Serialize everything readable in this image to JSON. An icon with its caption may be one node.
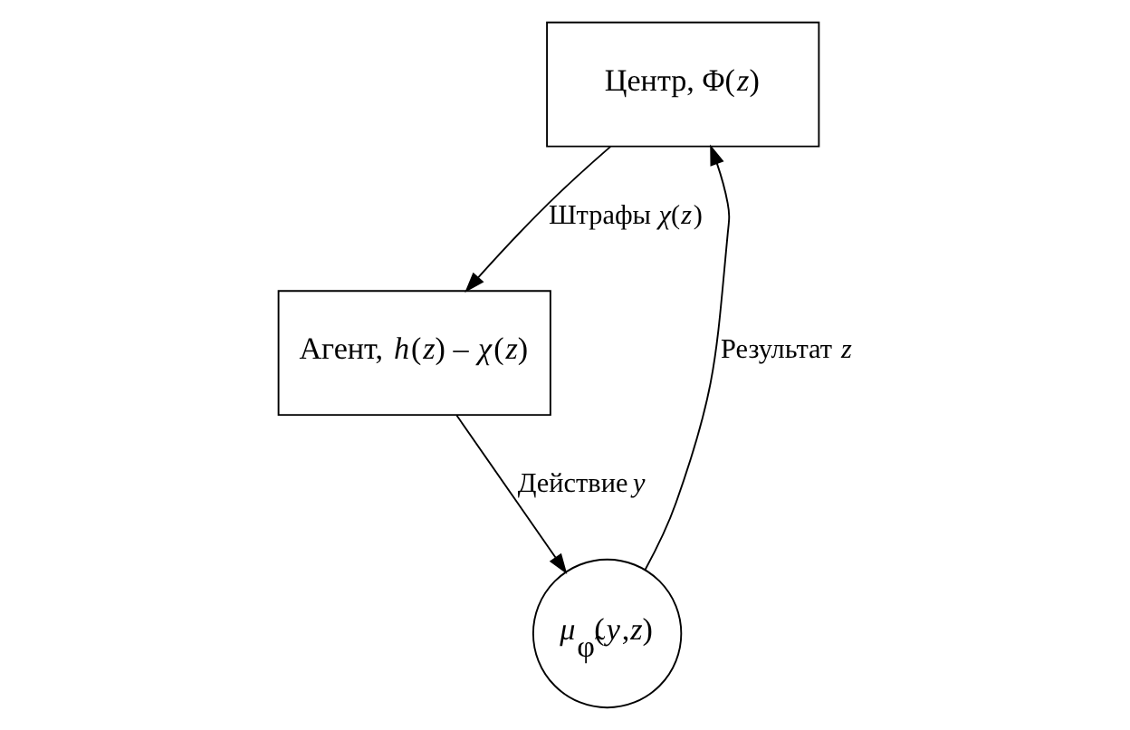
{
  "diagram": {
    "nodes": [
      {
        "text": [
          "Центр, Φ(*z*)"
        ]
      },
      {
        "text": [
          "*μ*$_{φ̃}$(*y*,*z*)"
        ]
      },
      {
        "text": [
          "Агент, *h*(*z*) – *χ*(*z*)"
        ]
      }
    ],
    "edges": [
      {
        "from": 1,
        "to": 0,
        "arrow": "to",
        "label": "Результат *z*"
      },
      {
        "from": 0,
        "to": 2,
        "arrow": "to",
        "label": "Штрафы *χ*(*z*)"
      },
      {
        "from": 2,
        "to": 1,
        "arrow": "to",
        "label": "Действие *y*"
      }
    ]
  }
}
